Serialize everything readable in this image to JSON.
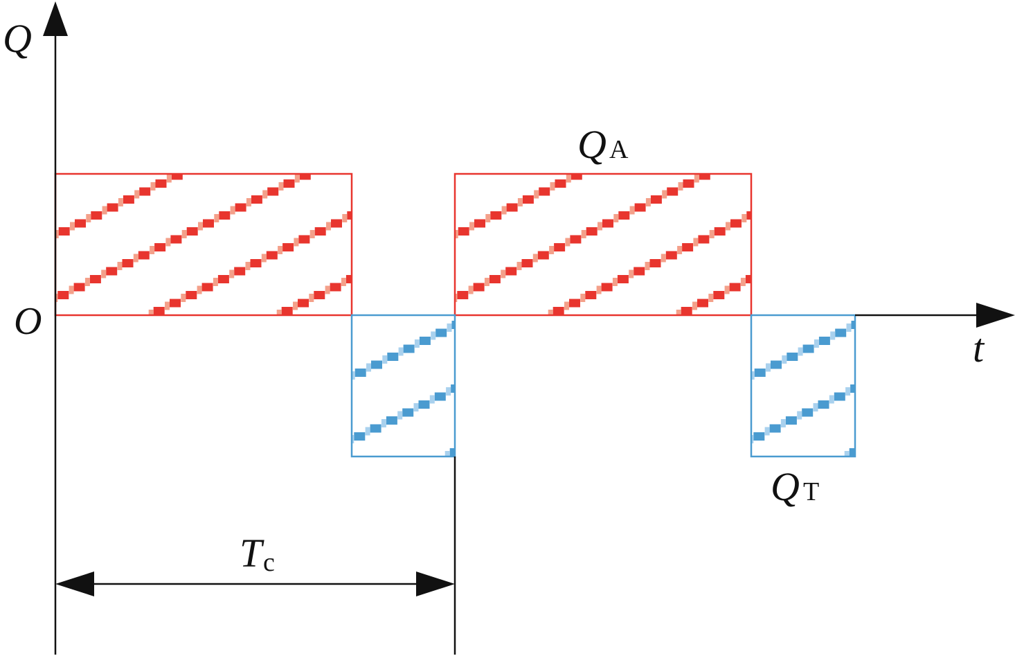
{
  "axes": {
    "y_label": "Q",
    "x_label": "t",
    "origin_label": "O"
  },
  "blocks": {
    "a": {
      "label_main": "Q",
      "label_sub": "A",
      "color": "#e8352e",
      "hatch_light": "#f4a08a"
    },
    "t": {
      "label_main": "Q",
      "label_sub": "T",
      "color": "#4a9bd0",
      "hatch_light": "#a9d1ee"
    }
  },
  "period": {
    "label_main": "T",
    "label_sub": "c"
  }
}
